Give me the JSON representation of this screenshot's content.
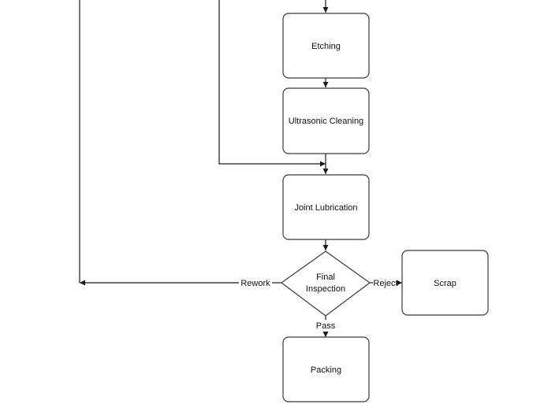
{
  "nodes": {
    "etching": "Etching",
    "ultrasonic_cleaning": "Ultrasonic Cleaning",
    "joint_lubrication": "Joint Lubrication",
    "final_inspection_line1": "Final",
    "final_inspection_line2": "Inspection",
    "scrap": "Scrap",
    "packing": "Packing"
  },
  "edges": {
    "rework": "Rework",
    "reject": "Reject",
    "pass": "Pass"
  }
}
